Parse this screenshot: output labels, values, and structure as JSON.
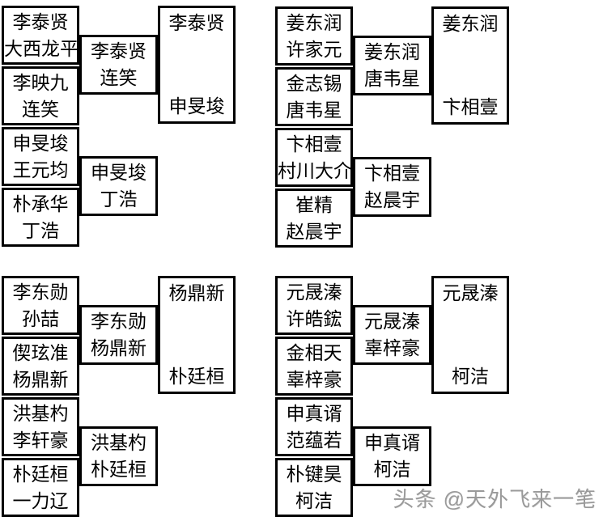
{
  "colors": {
    "line": "#000000",
    "background": "#ffffff",
    "text": "#000000",
    "watermark": "#9a9a9a"
  },
  "watermark": {
    "text": "头条 @天外飞来一笔"
  },
  "brackets": [
    {
      "id": "top-left",
      "round1": [
        {
          "p1": "李泰贤",
          "p2": "大西龙平"
        },
        {
          "p1": "李映九",
          "p2": "连笑"
        },
        {
          "p1": "申旻埈",
          "p2": "王元均"
        },
        {
          "p1": "朴承华",
          "p2": "丁浩"
        }
      ],
      "round2": [
        {
          "p1": "李泰贤",
          "p2": "连笑"
        },
        {
          "p1": "申旻埈",
          "p2": "丁浩"
        }
      ],
      "round3": {
        "top": "李泰贤",
        "bottom": "申旻埈"
      }
    },
    {
      "id": "top-right",
      "round1": [
        {
          "p1": "姜东润",
          "p2": "许家元"
        },
        {
          "p1": "金志锡",
          "p2": "唐韦星"
        },
        {
          "p1": "卞相壹",
          "p2": "村川大介"
        },
        {
          "p1": "崔精",
          "p2": "赵晨宇"
        }
      ],
      "round2": [
        {
          "p1": "姜东润",
          "p2": "唐韦星"
        },
        {
          "p1": "卞相壹",
          "p2": "赵晨宇"
        }
      ],
      "round3": {
        "top": "姜东润",
        "bottom": "卞相壹"
      }
    },
    {
      "id": "bottom-left",
      "round1": [
        {
          "p1": "李东勋",
          "p2": "孙喆"
        },
        {
          "p1": "偰玹准",
          "p2": "杨鼎新"
        },
        {
          "p1": "洪基杓",
          "p2": "李轩豪"
        },
        {
          "p1": "朴廷桓",
          "p2": "一力辽"
        }
      ],
      "round2": [
        {
          "p1": "李东勋",
          "p2": "杨鼎新"
        },
        {
          "p1": "洪基杓",
          "p2": "朴廷桓"
        }
      ],
      "round3": {
        "top": "杨鼎新",
        "bottom": "朴廷桓"
      }
    },
    {
      "id": "bottom-right",
      "round1": [
        {
          "p1": "元晟溱",
          "p2": "许皓鋐"
        },
        {
          "p1": "金相天",
          "p2": "辜梓豪"
        },
        {
          "p1": "申真谞",
          "p2": "范蕴若"
        },
        {
          "p1": "朴键昊",
          "p2": "柯洁"
        }
      ],
      "round2": [
        {
          "p1": "元晟溱",
          "p2": "辜梓豪"
        },
        {
          "p1": "申真谞",
          "p2": "柯洁"
        }
      ],
      "round3": {
        "top": "元晟溱",
        "bottom": "柯洁"
      }
    }
  ]
}
